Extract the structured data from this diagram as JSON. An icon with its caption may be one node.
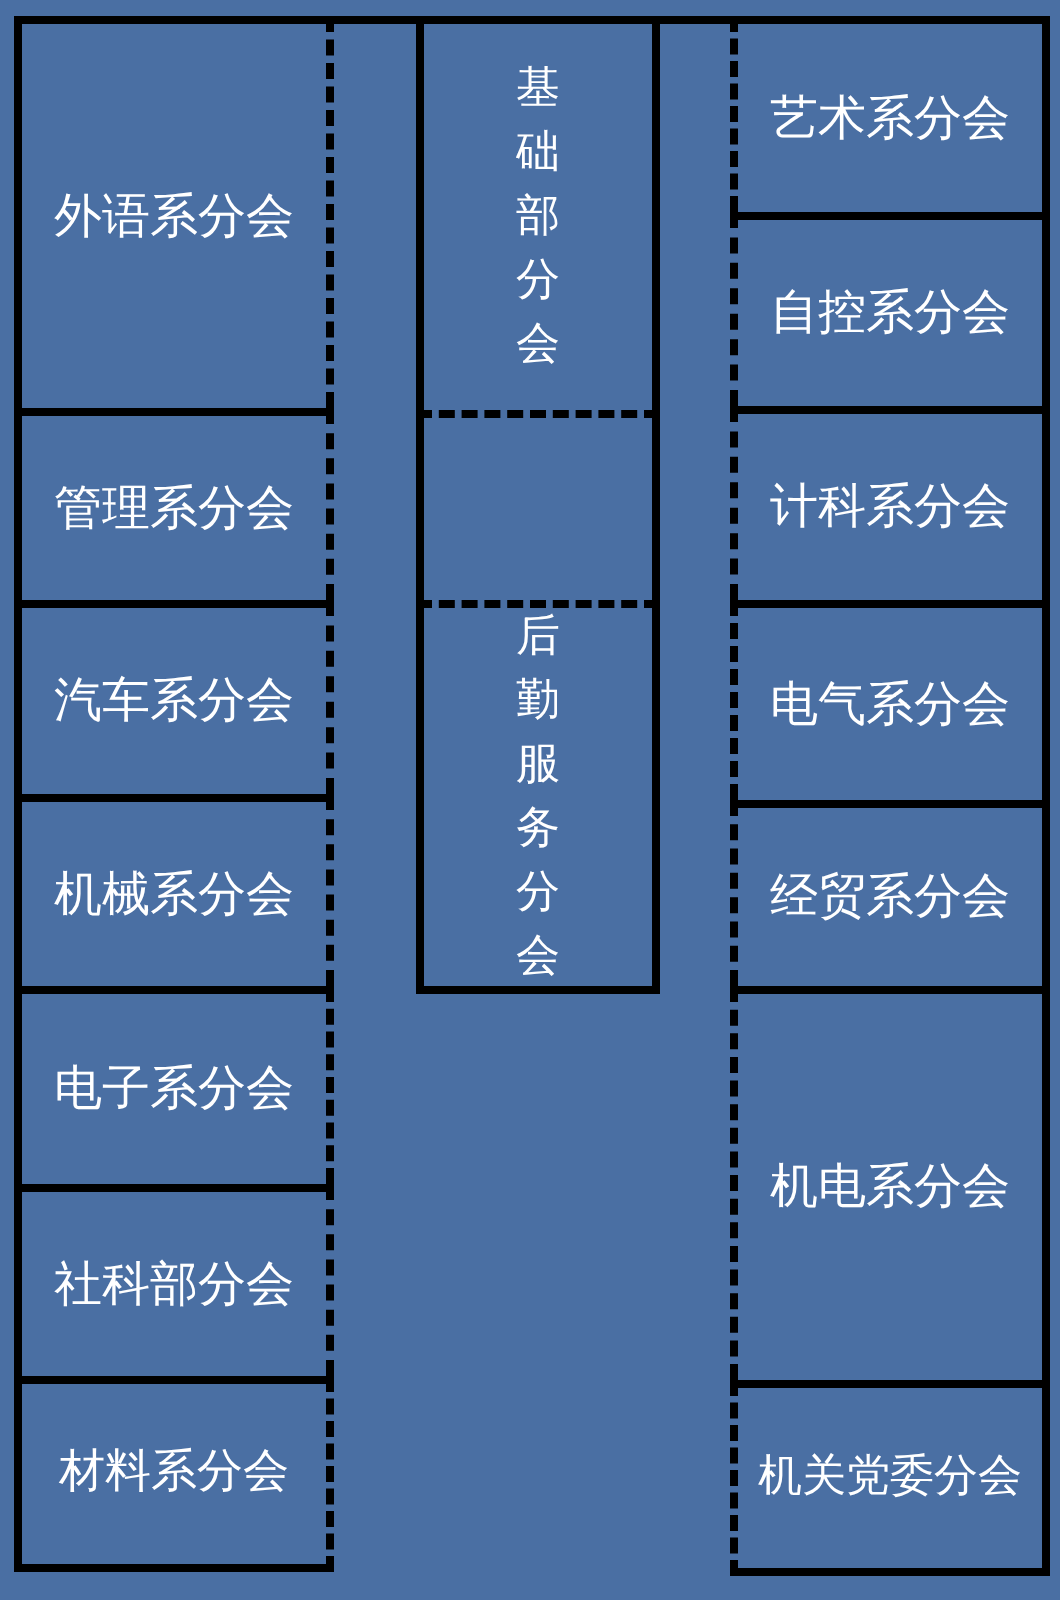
{
  "diagram": {
    "nodes": [
      {
        "text": [
          "外语系分会"
        ]
      },
      {
        "text": [
          "管理系分会"
        ]
      },
      {
        "text": [
          "汽车系分会"
        ]
      },
      {
        "text": [
          "机械系分会"
        ]
      },
      {
        "text": [
          "电子系分会"
        ]
      },
      {
        "text": [
          "社科部分会"
        ]
      },
      {
        "text": [
          "材料系分会"
        ]
      },
      {
        "text": [
          "基础部分会"
        ]
      },
      {
        "text": [],
        "shape": "box"
      },
      {
        "text": [
          "后勤服务分会"
        ]
      },
      {
        "text": [
          "艺术系分会"
        ]
      },
      {
        "text": [
          "自控系分会"
        ]
      },
      {
        "text": [
          "计科系分会"
        ]
      },
      {
        "text": [
          "电气系分会"
        ]
      },
      {
        "text": [
          "经贸系分会"
        ]
      },
      {
        "text": [
          "机电系分会"
        ]
      },
      {
        "text": [
          "机关党委分会"
        ]
      }
    ]
  }
}
